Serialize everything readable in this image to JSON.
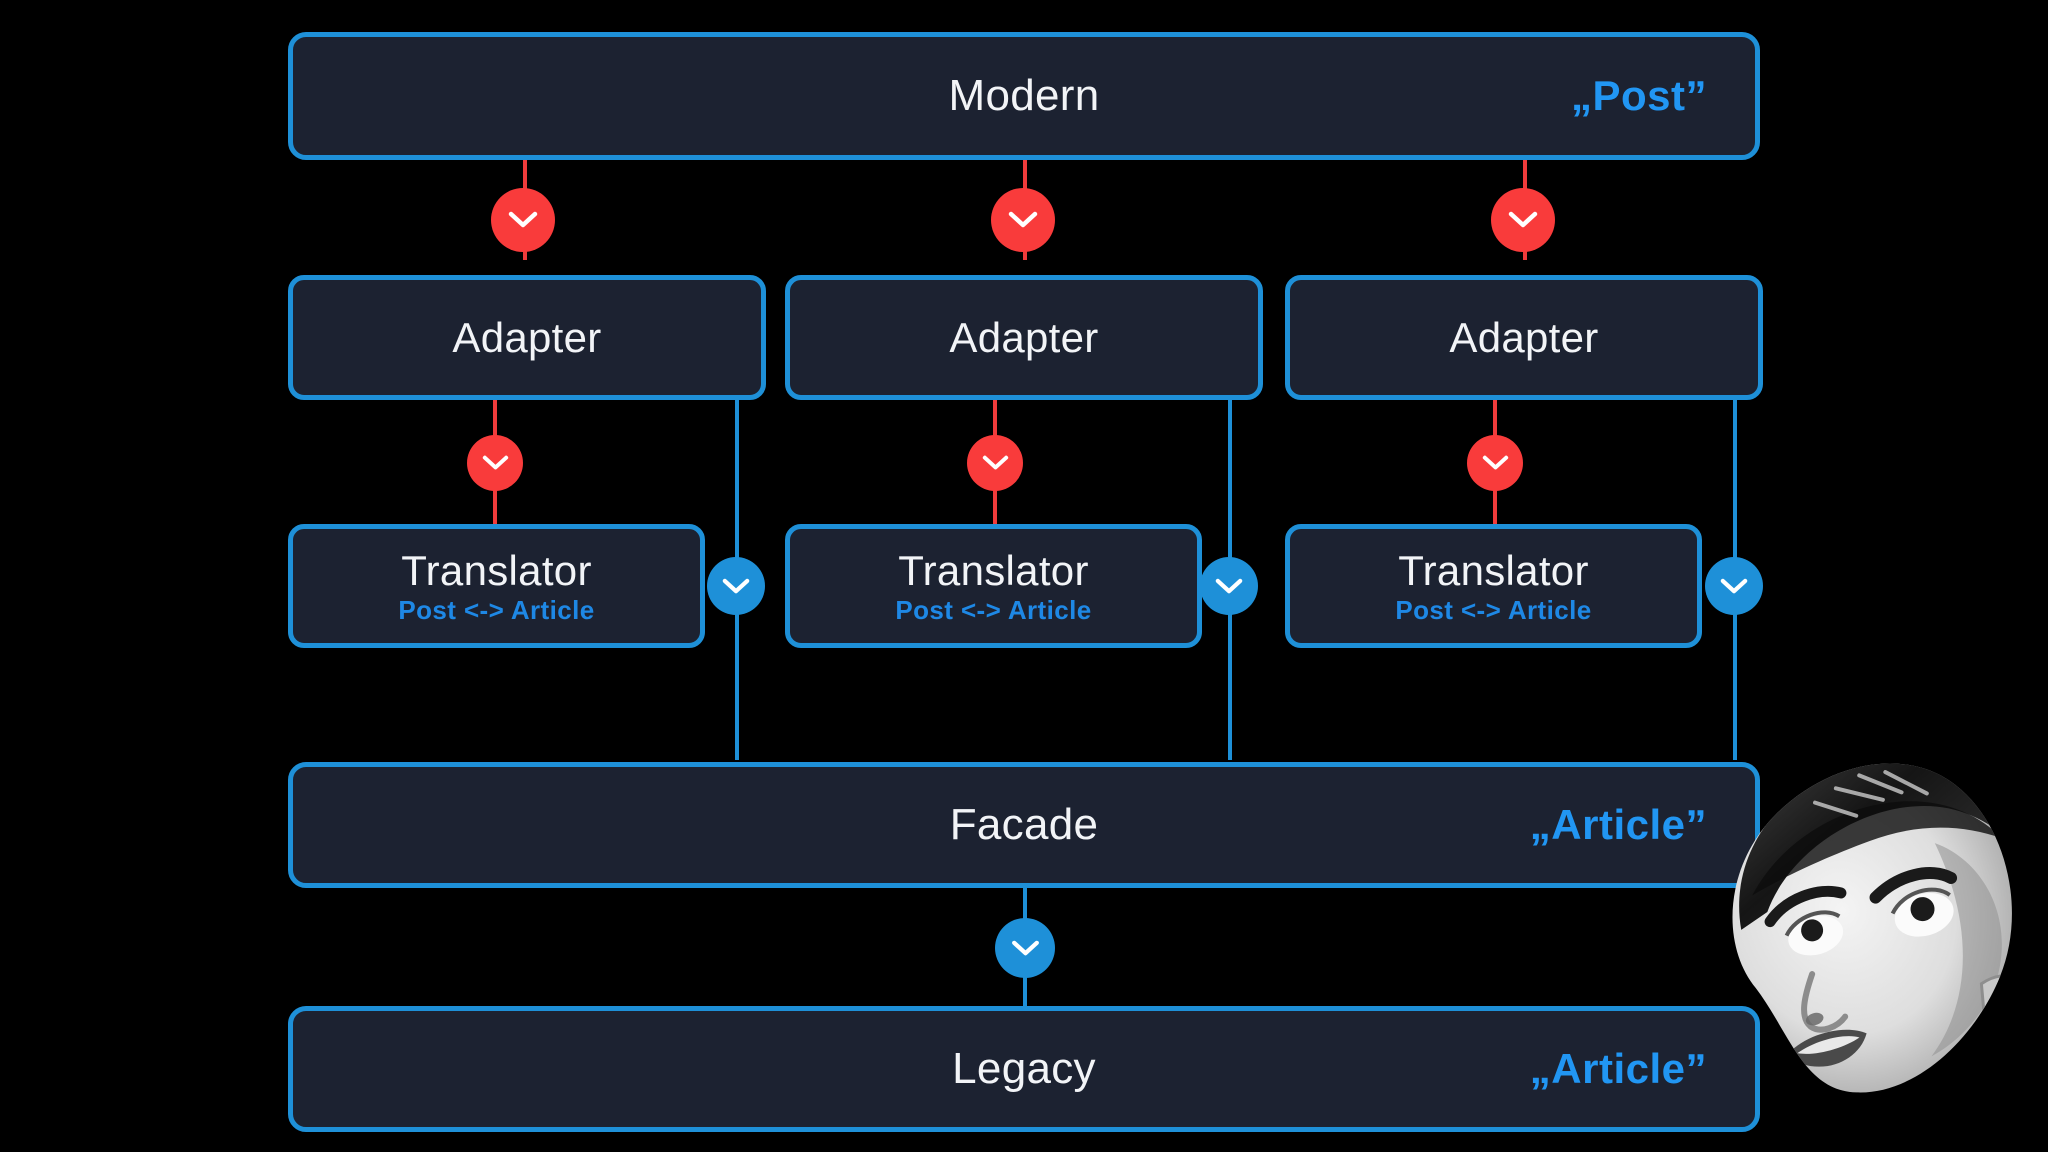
{
  "diagram": {
    "title": "Adapter / Translator / Facade layering diagram",
    "background_color": "#000000",
    "node_fill": "#1c2231",
    "node_border": "#1e90d8",
    "accent_blue": "#1e90d8",
    "accent_red": "#f93b3b",
    "text_color": "#f2f4f7"
  },
  "nodes": {
    "modern": {
      "label": "Modern",
      "badge": "„Post”"
    },
    "adapters": [
      {
        "label": "Adapter"
      },
      {
        "label": "Adapter"
      },
      {
        "label": "Adapter"
      }
    ],
    "translators": [
      {
        "label": "Translator",
        "sub": "Post <-> Article"
      },
      {
        "label": "Translator",
        "sub": "Post <-> Article"
      },
      {
        "label": "Translator",
        "sub": "Post <-> Article"
      }
    ],
    "facade": {
      "label": "Facade",
      "badge": "„Article”"
    },
    "legacy": {
      "label": "Legacy",
      "badge": "„Article”"
    }
  },
  "connectors": {
    "red_chevrons": [
      {
        "name": "modern-to-adapter-1"
      },
      {
        "name": "modern-to-adapter-2"
      },
      {
        "name": "modern-to-adapter-3"
      },
      {
        "name": "adapter-1-to-translator-1"
      },
      {
        "name": "adapter-2-to-translator-2"
      },
      {
        "name": "adapter-3-to-translator-3"
      }
    ],
    "blue_chevrons": [
      {
        "name": "adapter-1-to-facade"
      },
      {
        "name": "adapter-2-to-facade"
      },
      {
        "name": "adapter-3-to-facade"
      },
      {
        "name": "facade-to-legacy"
      }
    ]
  },
  "overlay": {
    "image_name": "surprised-man-photo",
    "description": "Black and white photo of a man looking upward with a shocked expression"
  }
}
